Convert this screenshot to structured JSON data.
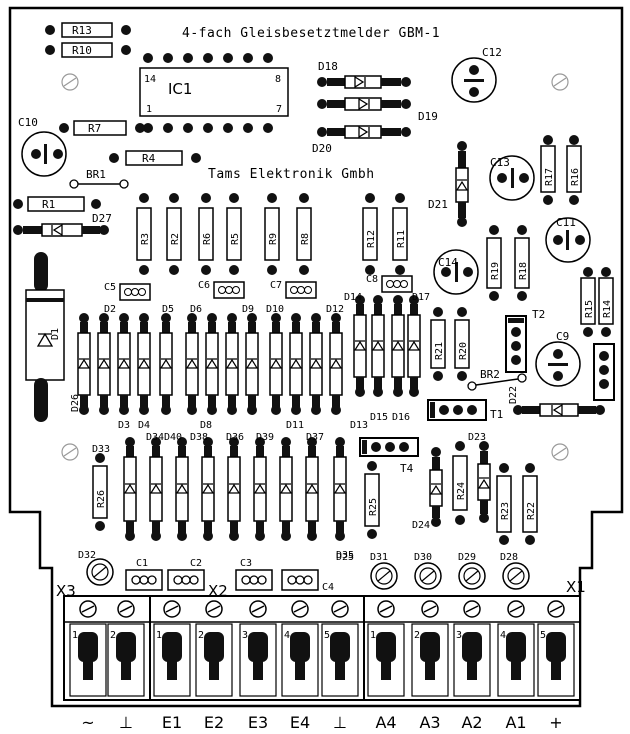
{
  "board": {
    "title": "4-fach Gleisbesetztmelder GBM-1",
    "manufacturer": "Tams Elektronik Gmbh",
    "ic_label": "IC1",
    "ic_pins": [
      "14",
      "8",
      "1",
      "7"
    ],
    "connector_labels": [
      "X3",
      "X2",
      "X1"
    ],
    "terminal_numbers": [
      "1",
      "2",
      "1",
      "2",
      "3",
      "4",
      "5",
      "1",
      "2",
      "3",
      "4",
      "5"
    ]
  },
  "resistors_h": [
    "R13",
    "R10",
    "R7",
    "R4",
    "R1"
  ],
  "resistors_v": [
    "R3",
    "R2",
    "R6",
    "R5",
    "R9",
    "R8",
    "R12",
    "R11",
    "R17",
    "R16",
    "R19",
    "R18",
    "R15",
    "R14",
    "R21",
    "R20",
    "R26",
    "R25",
    "R24",
    "R23",
    "R22"
  ],
  "capacitors": [
    "C12",
    "C10",
    "C13",
    "C11",
    "C14",
    "C9",
    "C5",
    "C6",
    "C7",
    "C8",
    "C1",
    "C2",
    "C3",
    "C4"
  ],
  "diodes": [
    "D18",
    "D19",
    "D20",
    "D21",
    "D27",
    "D1",
    "D22",
    "D23",
    "D24",
    "D25",
    "D26",
    "D28",
    "D29",
    "D30",
    "D31",
    "D32",
    "D33",
    "D15",
    "D16"
  ],
  "diode_group_labels": [
    "D2",
    "D3",
    "D4",
    "D5",
    "D6",
    "D8",
    "D9",
    "D10",
    "D11",
    "D12",
    "D13",
    "D14",
    "D17",
    "D34",
    "D35",
    "D36",
    "D37",
    "D38",
    "D39",
    "D40"
  ],
  "transistors": [
    "T1",
    "T2",
    "T4"
  ],
  "bridges": [
    "BR1",
    "BR2"
  ],
  "terminal_labels": [
    "~",
    "⊥",
    "E1",
    "E2",
    "E3",
    "E4",
    "⊥",
    "A4",
    "A3",
    "A2",
    "A1",
    "+"
  ],
  "colors": {
    "ink": "#000000",
    "board": "#ffffff",
    "pad": "#111111"
  }
}
